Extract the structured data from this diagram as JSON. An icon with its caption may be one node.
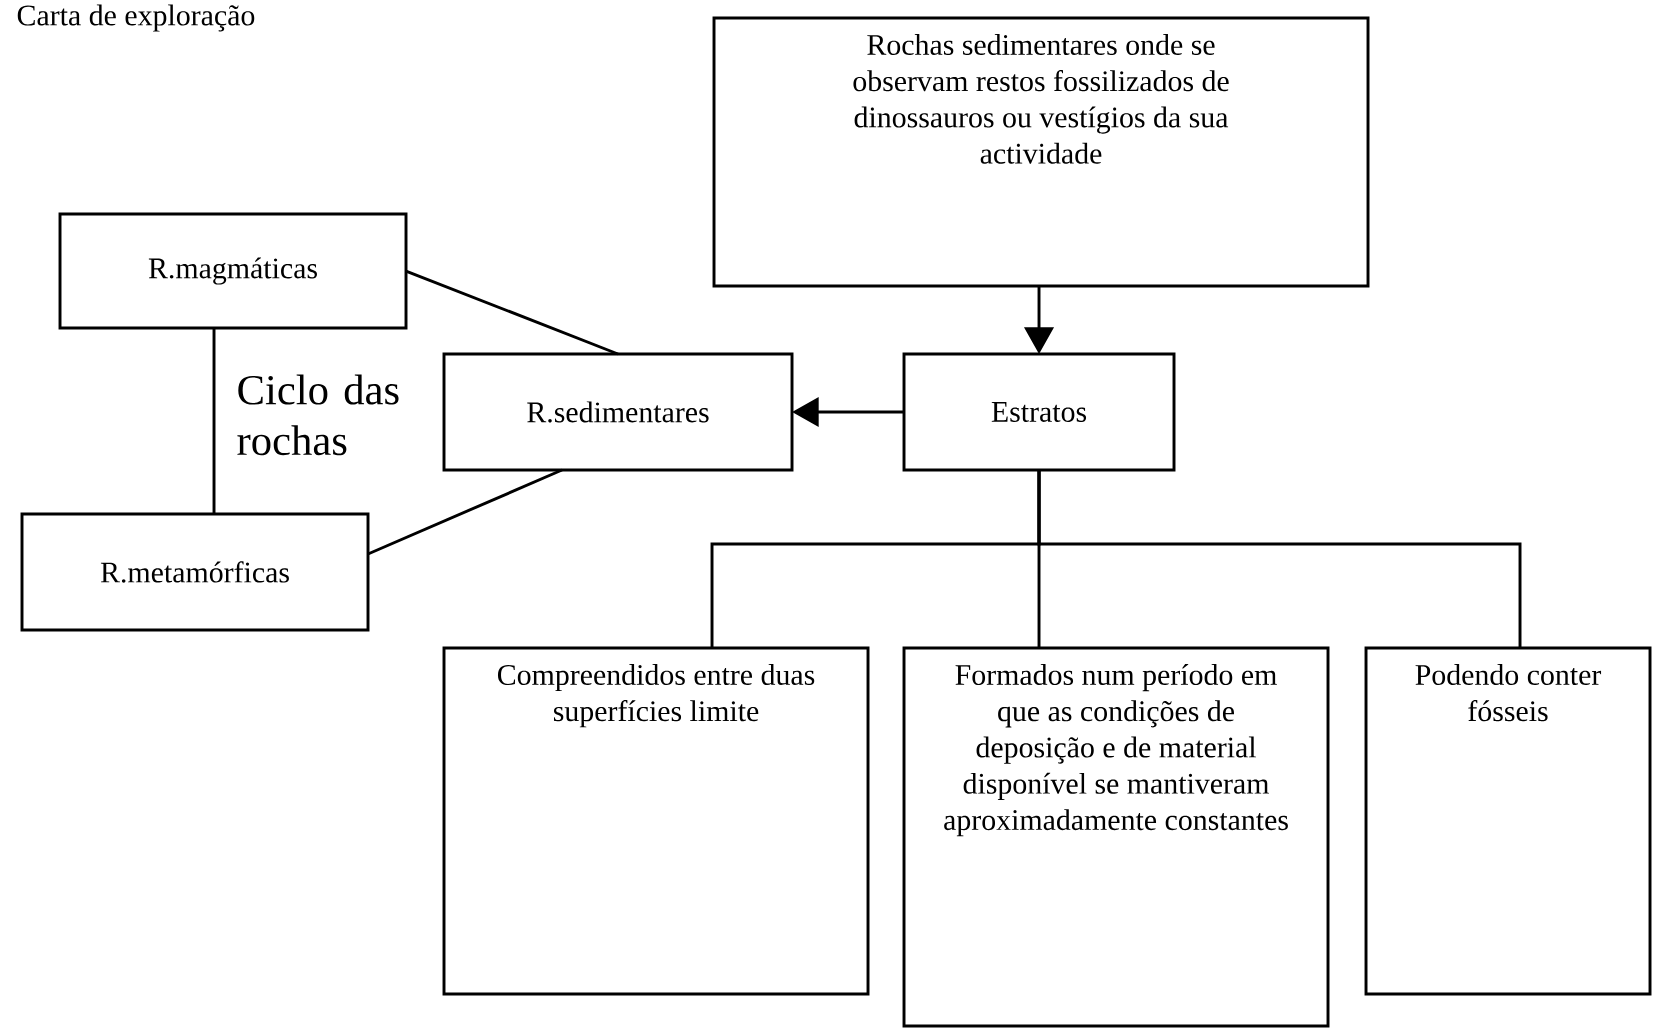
{
  "diagram": {
    "title": "Carta de exploração",
    "nodes": [
      {
        "text": [
          "Rochas sedimentares onde se observam restos fossilizados de dinossauros ou vestígios da sua actividade"
        ]
      },
      {
        "text": [
          "R.magmáticas"
        ]
      },
      {
        "text": [
          "R.sedimentares"
        ]
      },
      {
        "text": [
          "Estratos"
        ]
      },
      {
        "text": [
          "R.metamórficas"
        ]
      },
      {
        "text": [
          "Compreendidos entre duas superfícies limite"
        ]
      },
      {
        "text": [
          "Formados num período em que as condições de deposição e de material disponível se mantiveram aproximadamente constantes"
        ]
      },
      {
        "text": [
          "Podendo conter fósseis"
        ]
      }
    ],
    "edges": [
      {
        "from": 0,
        "to": 3,
        "arrow": "to"
      },
      {
        "from": 3,
        "to": 2,
        "arrow": "to"
      },
      {
        "from": 1,
        "to": 2,
        "arrow": "none"
      },
      {
        "from": 2,
        "to": 4,
        "arrow": "none"
      },
      {
        "from": 1,
        "to": 4,
        "arrow": "none"
      },
      {
        "from": 3,
        "to": 5,
        "arrow": "none"
      },
      {
        "from": 3,
        "to": 6,
        "arrow": "none"
      },
      {
        "from": 3,
        "to": 7,
        "arrow": "none"
      }
    ],
    "labels": [
      "Ciclo das rochas"
    ]
  }
}
